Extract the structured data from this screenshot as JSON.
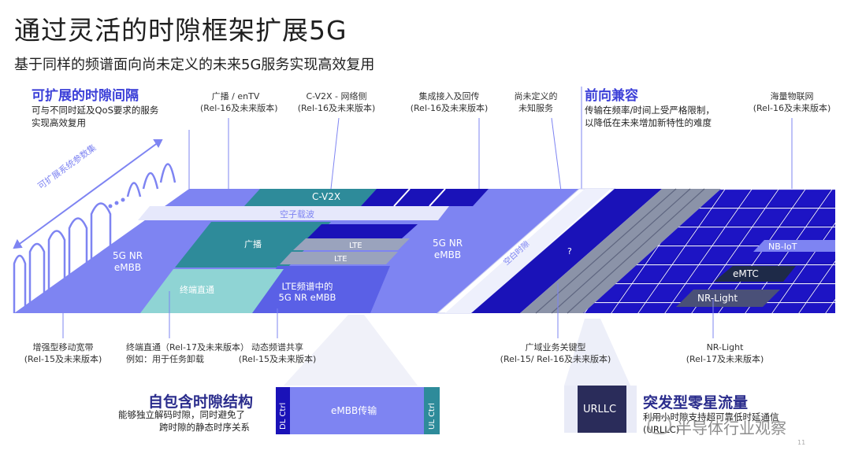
{
  "title": "通过灵活的时隙框架扩展5G",
  "subtitle": "基于同样的频谱面向尚未定义的未来5G服务实现高效复用",
  "left_header": {
    "title": "可扩展的时隙间隔",
    "desc_line1": "可与不同时延及QoS要求的服务",
    "desc_line2": "实现高效复用"
  },
  "right_header": {
    "title": "前向兼容",
    "desc_line1": "传输在频率/时间上受严格限制，",
    "desc_line2": "以降低在未来增加新特性的难度"
  },
  "numerology_label": "可扩展系统参数集",
  "top_labels": {
    "broadcast_l1": "广播 / enTV",
    "broadcast_l2": "(Rel-16及未来版本)",
    "cv2x_l1": "C-V2X - 网络侧",
    "cv2x_l2": "(Rel-16及未来版本)",
    "iab_l1": "集成接入及回传",
    "iab_l2": "(Rel-16及未来版本)",
    "unknown_l1": "尚未定义的",
    "unknown_l2": "未知服务",
    "iot_l1": "海量物联网",
    "iot_l2": "(Rel-16及未来版本)"
  },
  "band_labels": {
    "cv2x": "C-V2X",
    "sidelink": "空子载波",
    "nr_embb_left_1": "5G NR",
    "nr_embb_left_2": "eMBB",
    "broadcast": "广播",
    "lte1": "LTE",
    "lte2": "LTE",
    "d2d": "终端直通",
    "dss_1": "LTE频谱中的",
    "dss_2": "5G NR eMBB",
    "nr_embb_mid_1": "5G NR",
    "nr_embb_mid_2": "eMBB",
    "blank": "空白时隙",
    "unknown": "?",
    "nbiot": "NB-IoT",
    "emtc": "eMTC",
    "nrlight": "NR-Light"
  },
  "bottom_labels": {
    "embb_l1": "增强型移动宽带",
    "embb_l2": "(Rel-15及未来版本)",
    "d2d_l1": "终端直通（Rel-17及未来版本）",
    "d2d_l2": "例如：用于任务卸载",
    "dss_l1": "动态频谱共享",
    "dss_l2": "(Rel-15及未来版本)",
    "urllc_l1": "广域业务关键型",
    "urllc_l2": "(Rel-15/ Rel-16及未来版本)",
    "nrlight_l1": "NR-Light",
    "nrlight_l2": "(Rel-17及未来版本)"
  },
  "self_contained": {
    "title": "自包含时隙结构",
    "desc_line1": "能够独立解码时隙，同时避免了",
    "desc_line2": "跨时隙的静态时序关系",
    "dl": "DL Ctrl",
    "embb": "eMBB传输",
    "ul": "UL Ctrl"
  },
  "bursty": {
    "title": "突发型零星流量",
    "urllc": "URLLC",
    "desc_line1": "利用小时隙支持超可靠低时延通信",
    "desc_line2": "(URLLC)"
  },
  "watermark": "半导体行业观察",
  "page_number": "11",
  "colors": {
    "lavender": "#7e84f2",
    "teal": "#2e8b9a",
    "light_teal": "#8fd4d4",
    "dark_blue": "#1a12b8",
    "gray": "#8b93a8",
    "dark_navy": "#2a2c5a"
  }
}
